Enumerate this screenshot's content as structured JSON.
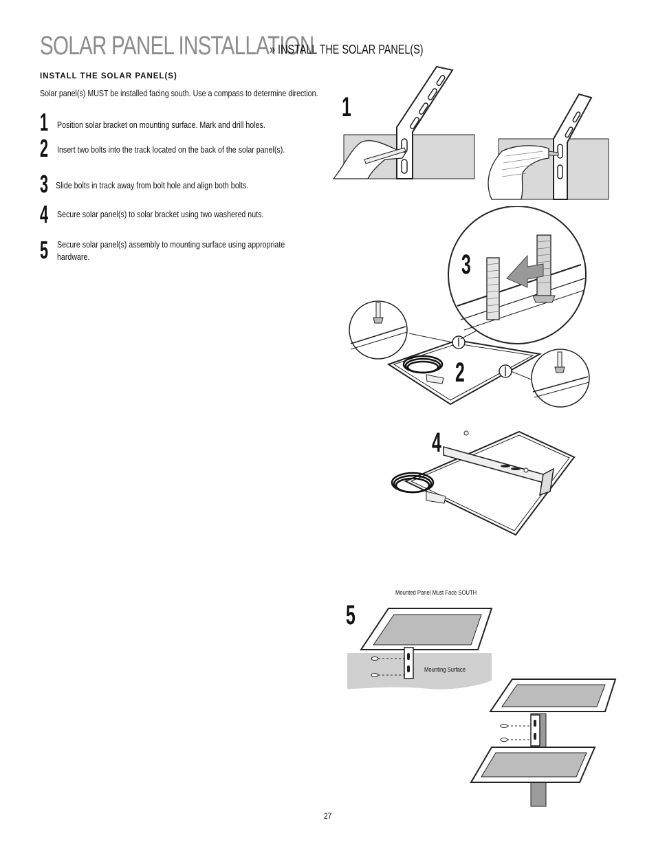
{
  "header": {
    "title": "SOLAR PANEL INSTALLATION",
    "subtitle": "» INSTALL THE SOLAR PANEL(S)"
  },
  "section": {
    "heading": "INSTALL THE SOLAR PANEL(S)",
    "intro": "Solar panel(s) MUST be installed facing south. Use a compass to determine direction."
  },
  "steps": [
    {
      "number": "1",
      "text": "Position solar bracket on mounting surface. Mark and drill holes."
    },
    {
      "number": "2",
      "text": "Insert two bolts into the track located on the back of the solar panel(s)."
    },
    {
      "number": "3",
      "text": "Slide bolts in track away from bolt hole and align both bolts."
    },
    {
      "number": "4",
      "text": "Secure solar panel(s) to solar bracket using two washered nuts."
    },
    {
      "number": "5",
      "text": "Secure solar panel(s) assembly to mounting surface using appropriate hardware."
    }
  ],
  "figures": {
    "fig1_label": "1",
    "fig2_label": "2",
    "fig3_label": "3",
    "fig4_label": "4",
    "fig5_label": "5",
    "fig5_caption": "Mounted Panel Must Face SOUTH",
    "mounting_surface_label": "Mounting Surface"
  },
  "footer": {
    "page_number": "27"
  }
}
